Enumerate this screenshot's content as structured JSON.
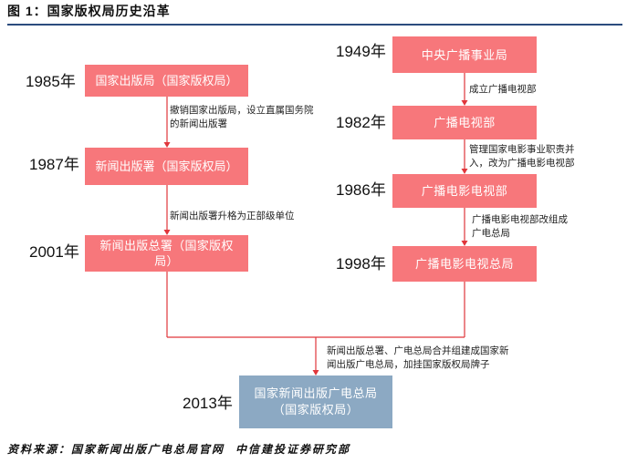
{
  "title": "图 1：国家版权局历史沿革",
  "colors": {
    "title_rule": "#2B4C7E",
    "node_box": "#F7777B",
    "merged_box": "#8CA9C3",
    "connector": "#E0363B"
  },
  "press_track": {
    "nodes": [
      {
        "year": "1985年",
        "lines": [
          "国家出版局（国家版权局）"
        ]
      },
      {
        "year": "1987年",
        "lines": [
          "新闻出版署（国家版权局）"
        ]
      },
      {
        "year": "2001年",
        "lines": [
          "新闻出版总署（国家版权",
          "局）"
        ]
      }
    ],
    "transitions": [
      {
        "lines": [
          "撤销国家出版局，设立直属国务院",
          "的新闻出版署"
        ]
      },
      {
        "lines": [
          "新闻出版署升格为正部级单位"
        ]
      }
    ]
  },
  "broadcast_track": {
    "nodes": [
      {
        "year": "1949年",
        "lines": [
          "中央广播事业局"
        ]
      },
      {
        "year": "1982年",
        "lines": [
          "广播电视部"
        ]
      },
      {
        "year": "1986年",
        "lines": [
          "广播电影电视部"
        ]
      },
      {
        "year": "1998年",
        "lines": [
          "广播电影电视总局"
        ]
      }
    ],
    "transitions": [
      {
        "lines": [
          "成立广播电视部"
        ]
      },
      {
        "lines": [
          "管理国家电影事业职责并",
          "入，改为广播电影电视部"
        ]
      },
      {
        "lines": [
          "广播电影电视部改组成",
          "广电总局"
        ]
      }
    ]
  },
  "merger": {
    "transition": {
      "lines": [
        "新闻出版总署、广电总局合并组建成国家新",
        "闻出版广电总局，加挂国家版权局牌子"
      ]
    },
    "node": {
      "year": "2013年",
      "lines": [
        "国家新闻出版广电总局",
        "（国家版权局）"
      ]
    }
  },
  "footer": {
    "source": "资料来源：国家新闻出版广电总局官网",
    "attribution": "中信建投证券研究部"
  }
}
